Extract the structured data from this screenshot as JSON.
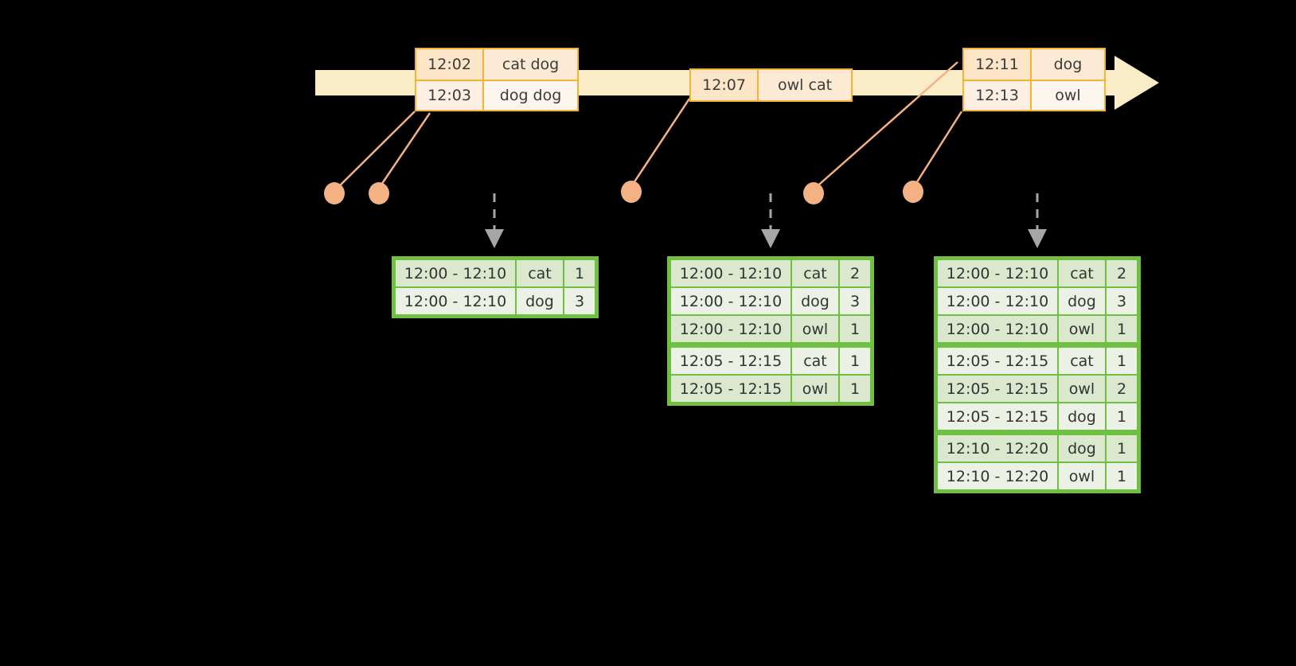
{
  "timeline": {
    "arrow_color": "#FBECC8",
    "accent_color": "#F5B335",
    "dot_color": "#F4B183",
    "events": [
      {
        "id": "e1",
        "time": "12:02",
        "words": "cat dog"
      },
      {
        "id": "e2",
        "time": "12:03",
        "words": "dog dog"
      },
      {
        "id": "e3",
        "time": "12:07",
        "words": "owl cat"
      },
      {
        "id": "e4",
        "time": "12:11",
        "words": "dog"
      },
      {
        "id": "e5",
        "time": "12:13",
        "words": "owl"
      }
    ]
  },
  "tables": [
    {
      "id": "table-1",
      "rows": [
        {
          "window": "12:00 - 12:10",
          "word": "cat",
          "count": "1"
        },
        {
          "window": "12:00 - 12:10",
          "word": "dog",
          "count": "3"
        }
      ],
      "group_breaks": []
    },
    {
      "id": "table-2",
      "rows": [
        {
          "window": "12:00 - 12:10",
          "word": "cat",
          "count": "2"
        },
        {
          "window": "12:00 - 12:10",
          "word": "dog",
          "count": "3"
        },
        {
          "window": "12:00 - 12:10",
          "word": "owl",
          "count": "1"
        },
        {
          "window": "12:05 - 12:15",
          "word": "cat",
          "count": "1"
        },
        {
          "window": "12:05 - 12:15",
          "word": "owl",
          "count": "1"
        }
      ],
      "group_breaks": [
        3
      ]
    },
    {
      "id": "table-3",
      "rows": [
        {
          "window": "12:00 - 12:10",
          "word": "cat",
          "count": "2"
        },
        {
          "window": "12:00 - 12:10",
          "word": "dog",
          "count": "3"
        },
        {
          "window": "12:00 - 12:10",
          "word": "owl",
          "count": "1"
        },
        {
          "window": "12:05 - 12:15",
          "word": "cat",
          "count": "1"
        },
        {
          "window": "12:05 - 12:15",
          "word": "owl",
          "count": "2"
        },
        {
          "window": "12:05 - 12:15",
          "word": "dog",
          "count": "1"
        },
        {
          "window": "12:10 - 12:20",
          "word": "dog",
          "count": "1"
        },
        {
          "window": "12:10 - 12:20",
          "word": "owl",
          "count": "1"
        }
      ],
      "group_breaks": [
        3,
        6
      ]
    }
  ]
}
